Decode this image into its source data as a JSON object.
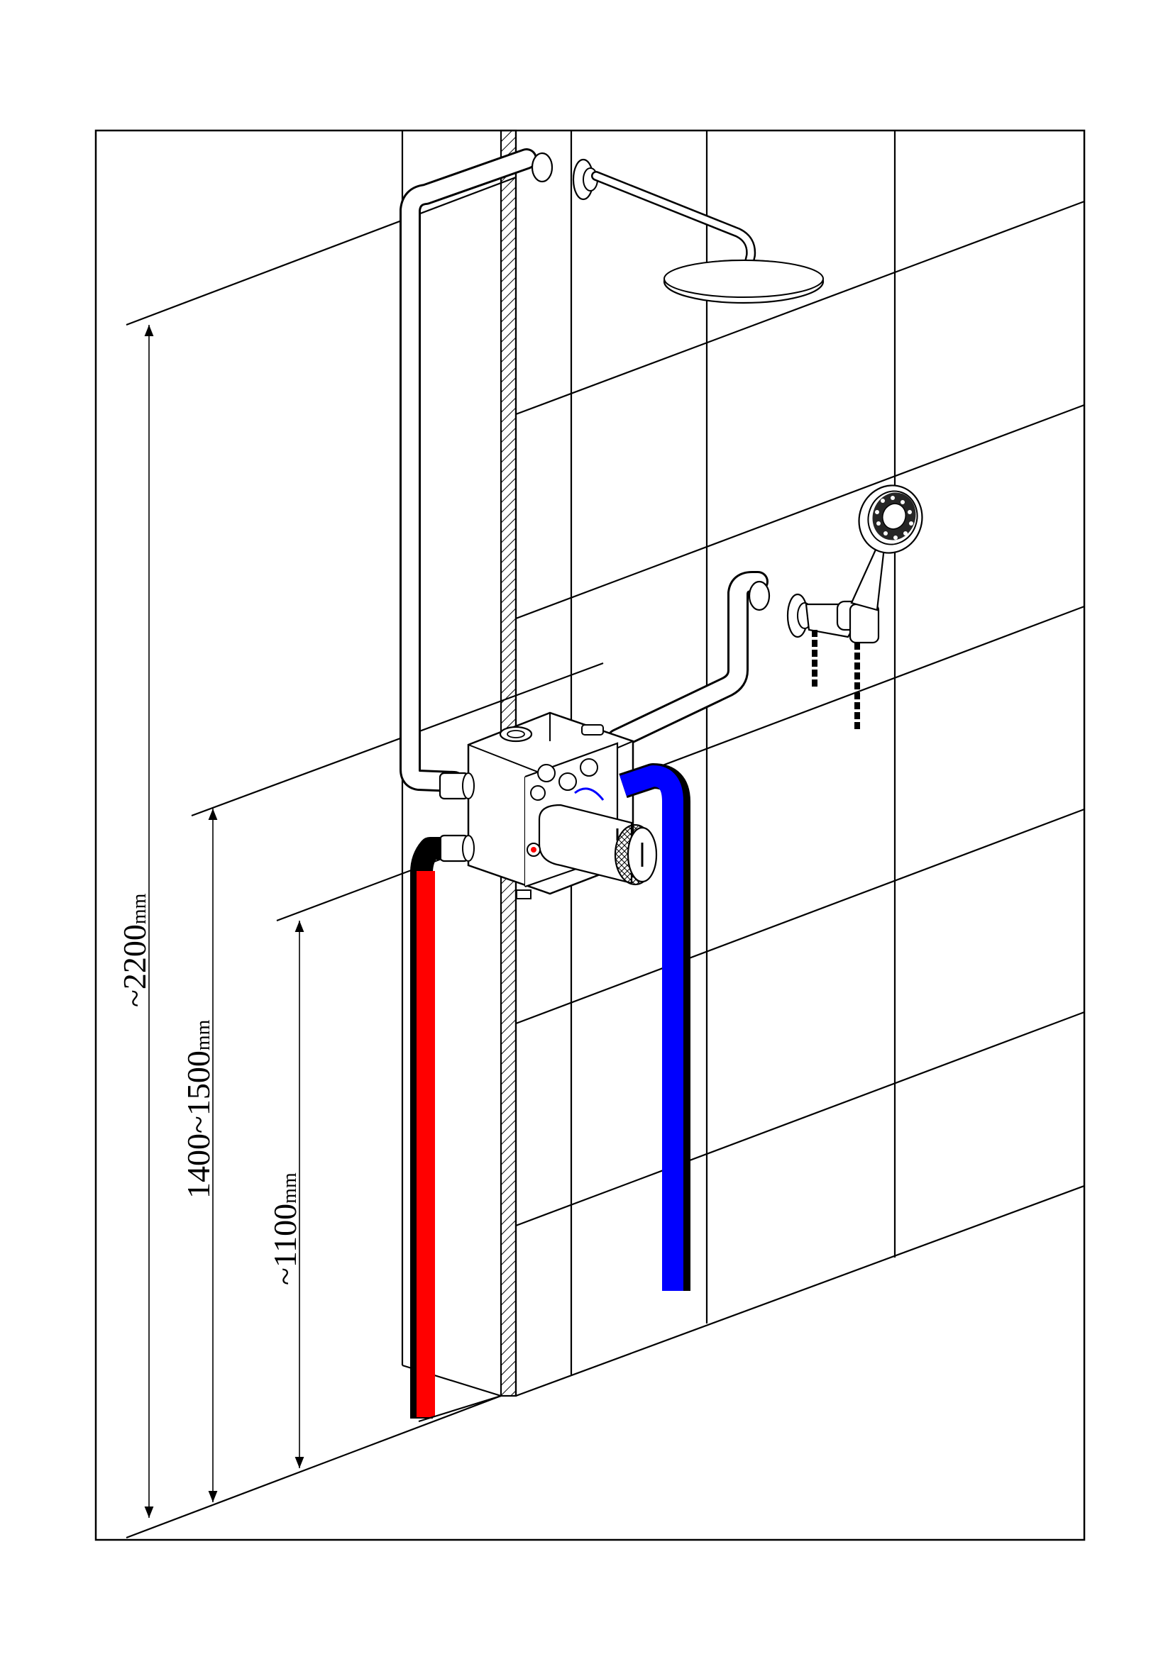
{
  "dimensions": {
    "overall_height": {
      "value": "~2200",
      "unit": "mm"
    },
    "mixer_height": {
      "value": "1400~1500",
      "unit": "mm"
    },
    "lower_height": {
      "value": "~1100",
      "unit": "mm"
    }
  },
  "colors": {
    "hot_pipe": "#ff0000",
    "cold_pipe": "#0000ff",
    "lines": "#000000"
  }
}
